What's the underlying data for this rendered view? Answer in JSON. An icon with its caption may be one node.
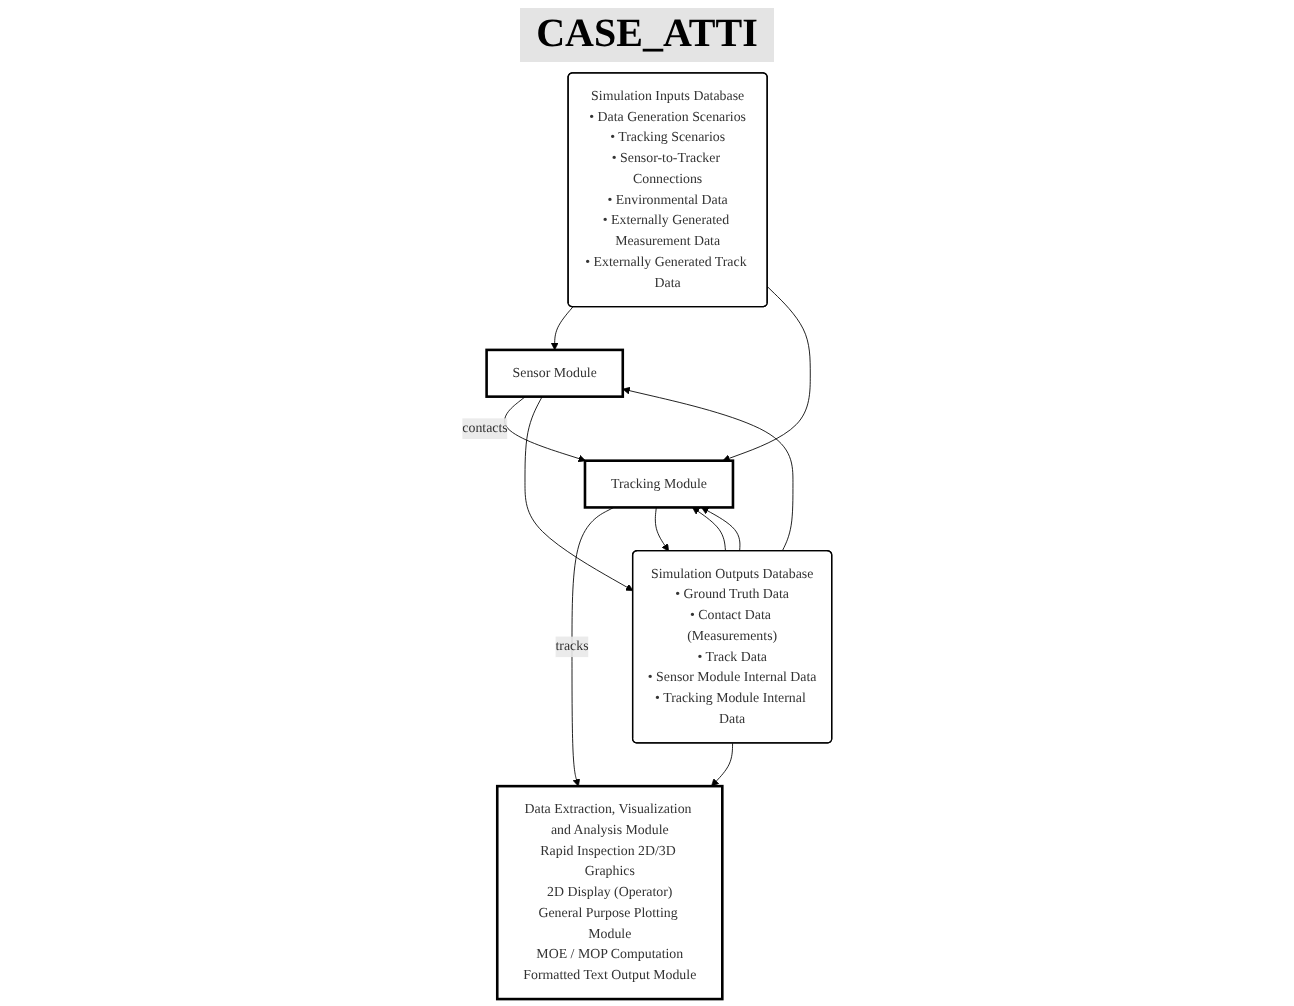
{
  "diagram": {
    "title": "CASE_ATTI",
    "nodes": [
      {
        "text": [
          "Simulation Inputs Database",
          "• Data Generation Scenarios",
          "• Tracking Scenarios",
          "• Sensor-to-Tracker Connections",
          "• Environmental Data",
          "• Externally Generated Measurement Data",
          "• Externally Generated Track Data"
        ]
      },
      {
        "text": [
          "Sensor Module"
        ]
      },
      {
        "text": [
          "Tracking Module"
        ]
      },
      {
        "text": [
          "Simulation Outputs Database",
          "• Ground Truth Data",
          "• Contact Data (Measurements)",
          "• Track Data",
          "• Sensor Module Internal Data",
          "• Tracking Module Internal Data"
        ]
      },
      {
        "text": [
          "Data Extraction, Visualization and Analysis Module",
          "Rapid Inspection 2D/3D Graphics",
          "2D Display (Operator)",
          "General Purpose Plotting Module",
          "MOE / MOP Computation",
          "Formatted Text Output Module"
        ]
      }
    ],
    "edges": [
      {
        "from": 0,
        "to": 1,
        "arrow": "to"
      },
      {
        "from": 0,
        "to": 2,
        "arrow": "to"
      },
      {
        "from": 1,
        "to": 2,
        "label": "contacts",
        "arrow": "to"
      },
      {
        "from": 3,
        "to": 1,
        "arrow": "to"
      },
      {
        "from": 1,
        "to": 3,
        "arrow": "to"
      },
      {
        "from": 3,
        "to": 2,
        "arrow": "to"
      },
      {
        "from": 3,
        "to": 2,
        "arrow": "to"
      },
      {
        "from": 2,
        "to": 4,
        "label": "tracks",
        "arrow": "to"
      },
      {
        "from": 2,
        "to": 3,
        "arrow": "to"
      },
      {
        "from": 3,
        "to": 4,
        "arrow": "to"
      }
    ]
  }
}
